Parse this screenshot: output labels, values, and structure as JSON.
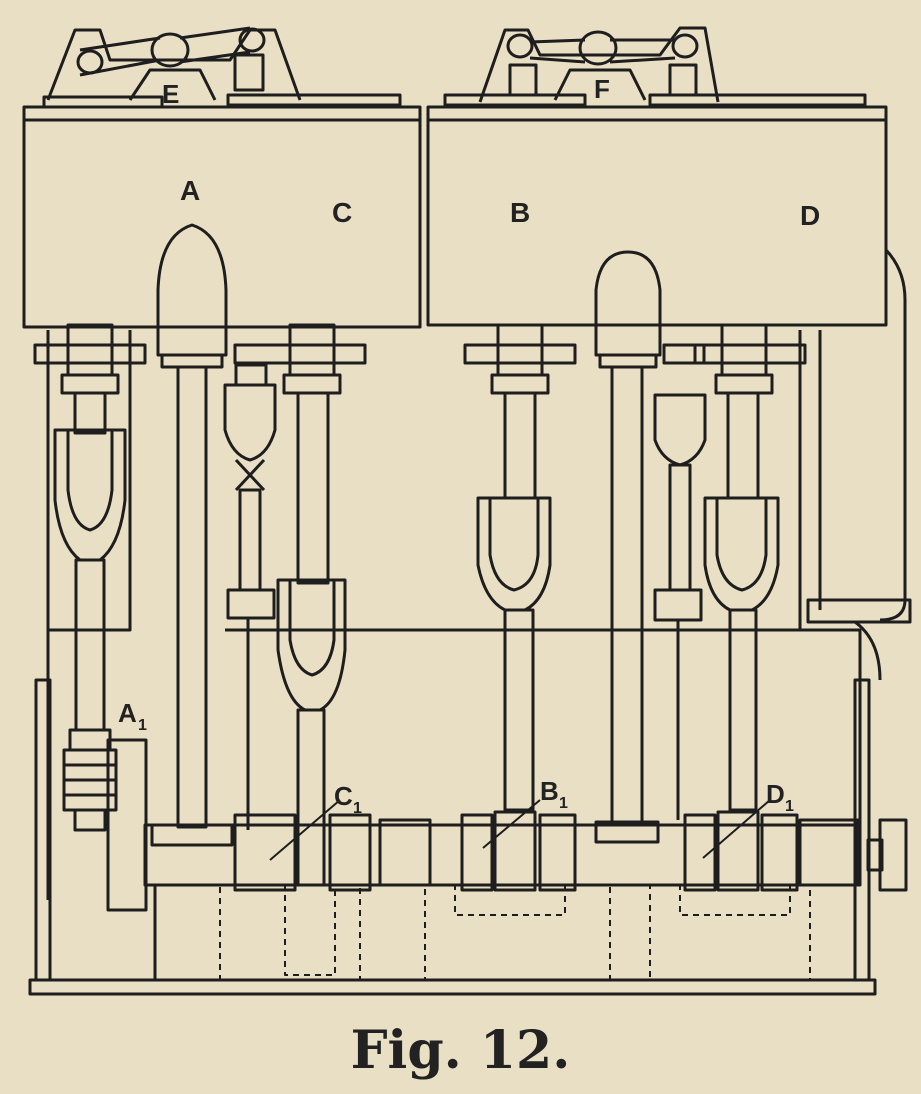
{
  "figure": {
    "caption": "Fig. 12.",
    "labels": {
      "A": "A",
      "B": "B",
      "C": "C",
      "D": "D",
      "E": "E",
      "F": "F",
      "A1": "A",
      "A1_sub": "1",
      "B1": "B",
      "B1_sub": "1",
      "C1": "C",
      "C1_sub": "1",
      "D1": "D",
      "D1_sub": "1"
    }
  }
}
